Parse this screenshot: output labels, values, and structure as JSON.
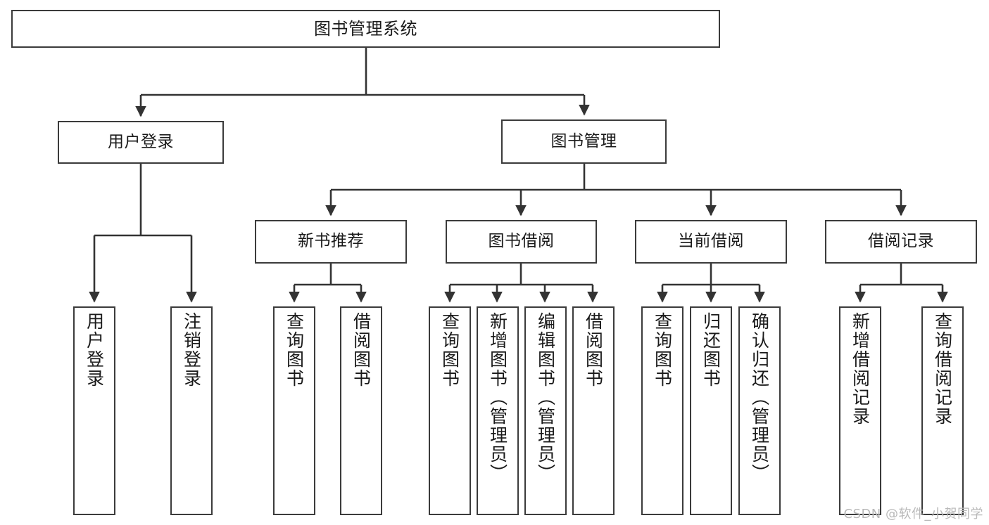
{
  "diagram": {
    "title": "图书管理系统",
    "type": "tree-hierarchy-diagram",
    "accent_color": "#3b3b3b",
    "background_color": "#ffffff",
    "watermark": "CSDN @软件_小贺同学"
  },
  "nodes": {
    "root": {
      "label": "图书管理系统"
    },
    "level1": [
      {
        "label": "用户登录"
      },
      {
        "label": "图书管理"
      }
    ],
    "level2": [
      {
        "label": "新书推荐"
      },
      {
        "label": "图书借阅"
      },
      {
        "label": "当前借阅"
      },
      {
        "label": "借阅记录"
      }
    ],
    "leaves_user_login": [
      {
        "label": "用户登录"
      },
      {
        "label": "注销登录"
      }
    ],
    "leaves_new_book": [
      {
        "label": "查询图书"
      },
      {
        "label": "借阅图书"
      }
    ],
    "leaves_borrow": [
      {
        "label": "查询图书"
      },
      {
        "label": "新增图书（管理员）"
      },
      {
        "label": "编辑图书（管理员）"
      },
      {
        "label": "借阅图书"
      }
    ],
    "leaves_current": [
      {
        "label": "查询图书"
      },
      {
        "label": "归还图书"
      },
      {
        "label": "确认归还（管理员）"
      }
    ],
    "leaves_records": [
      {
        "label": "新增借阅记录"
      },
      {
        "label": "查询借阅记录"
      }
    ]
  }
}
